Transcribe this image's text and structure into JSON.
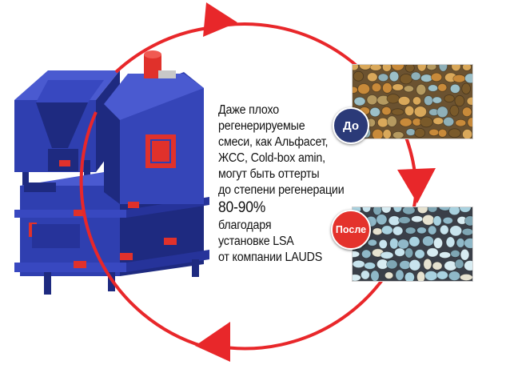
{
  "caption": {
    "lines": [
      "Даже плохо",
      "регенерируемые",
      "смеси, как Альфасет,",
      "ЖСС, Cold-box amin,",
      "могут быть оттерты",
      "до степени регенерации"
    ],
    "percent": "80-90%",
    "lines_after": [
      "благодаря",
      "установке LSA",
      "от компании LAUDS"
    ]
  },
  "badges": {
    "before": "До",
    "after": "После"
  },
  "colors": {
    "arrow": "#e8272a",
    "machine_body": "#2f3fb0",
    "machine_dark": "#1e2a80",
    "machine_light": "#4a5ad0",
    "hatch": "#e0312b",
    "badge_before": "#2b3a78",
    "badge_after": "#e4322c"
  }
}
